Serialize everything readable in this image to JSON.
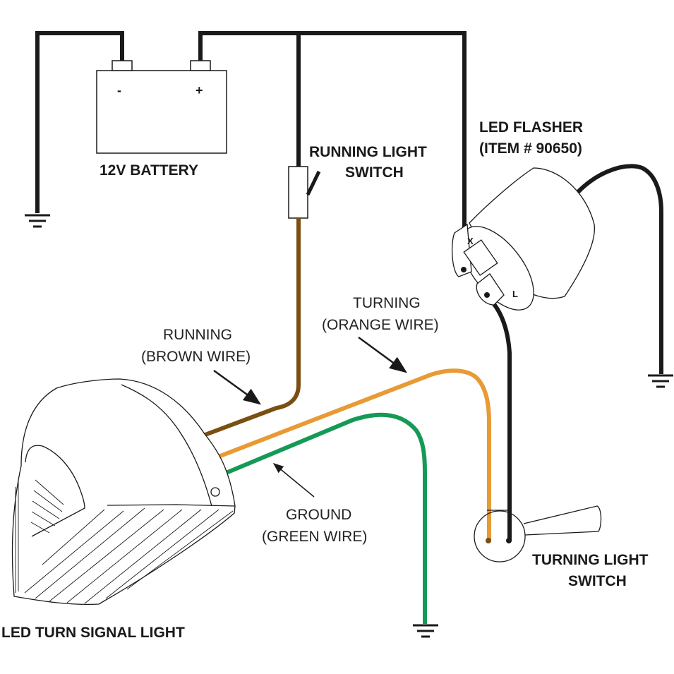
{
  "diagram": {
    "title": "LED Turn Signal Wiring Diagram",
    "components": {
      "battery": {
        "label": "12V BATTERY",
        "neg": "-",
        "pos": "+"
      },
      "running_switch": {
        "label_line1": "RUNNING LIGHT",
        "label_line2": "SWITCH"
      },
      "flasher": {
        "label_line1": "LED FLASHER",
        "label_line2": "(ITEM # 90650)",
        "pin_x": "X",
        "pin_l": "L"
      },
      "turn_switch": {
        "label_line1": "TURNING LIGHT",
        "label_line2": "SWITCH"
      },
      "lamp": {
        "label": "LED TURN SIGNAL LIGHT"
      }
    },
    "wires": {
      "running": {
        "line1": "RUNNING",
        "line2": "(BROWN WIRE)",
        "color": "#7a4f12"
      },
      "turning": {
        "line1": "TURNING",
        "line2": "(ORANGE WIRE)",
        "color": "#e89a34"
      },
      "ground": {
        "line1": "GROUND",
        "line2": "(GREEN WIRE)",
        "color": "#159a55"
      },
      "power": {
        "color": "#1a1a1a"
      }
    }
  }
}
